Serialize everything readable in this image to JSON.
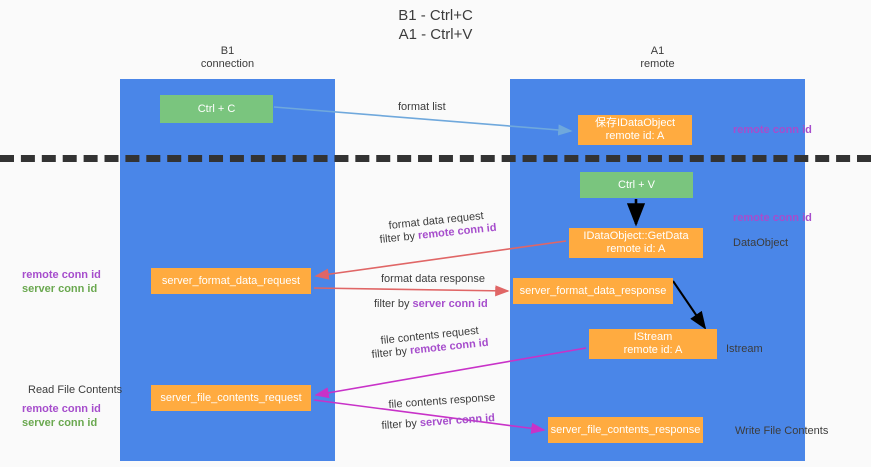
{
  "title": "B1 - Ctrl+C\nA1 - Ctrl+V",
  "lanes": [
    {
      "name": "lane-b1",
      "heading": "B1\nconnection",
      "color": "#4a86e8"
    },
    {
      "name": "lane-a1",
      "heading": "A1\nremote",
      "color": "#4a86e8"
    }
  ],
  "colors": {
    "lane_blue": "#4a86e8",
    "box_green": "#7ac57e",
    "box_orange": "#ffab40",
    "accent_purple": "#a64dcc",
    "accent_green": "#6aa84f",
    "arrow_blue": "#6fa8dc",
    "arrow_red": "#e06666",
    "arrow_magenta": "#c832c8",
    "arrow_black": "#000000",
    "divider": "#333333",
    "background": "#fafafa"
  },
  "boxes": {
    "ctrl_c": {
      "line1": "Ctrl + C",
      "line2": "",
      "style": "green"
    },
    "save_idataobject": {
      "line1": "保存IDataObject",
      "line2": "remote id: A",
      "style": "orange"
    },
    "ctrl_v": {
      "line1": "Ctrl + V",
      "line2": "",
      "style": "green"
    },
    "getdata": {
      "line1": "IDataObject::GetData",
      "line2": "remote id: A",
      "style": "orange"
    },
    "server_format_data_request": {
      "line1": "server_format_data_request",
      "line2": "",
      "style": "orange"
    },
    "server_format_data_response": {
      "line1": "server_format_data_response",
      "line2": "",
      "style": "orange"
    },
    "istream": {
      "line1": "IStream",
      "line2": "remote id: A",
      "style": "orange"
    },
    "server_file_contents_request": {
      "line1": "server_file_contents_request",
      "line2": "",
      "style": "orange"
    },
    "server_file_contents_response": {
      "line1": "server_file_contents_response",
      "line2": "",
      "style": "orange"
    }
  },
  "flow_labels": {
    "format_list": "format list",
    "format_data_request": "format data request",
    "format_data_request_filter_prefix": "filter by ",
    "format_data_request_filter_value": "remote conn id",
    "format_data_response": "format data response",
    "format_data_response_filter_prefix": "filter by ",
    "format_data_response_filter_value": "server conn id",
    "file_contents_request": "file contents request",
    "file_contents_request_filter_prefix": "filter by ",
    "file_contents_request_filter_value": "remote conn id",
    "file_contents_response": "file contents response",
    "file_contents_response_filter_prefix": "filter by ",
    "file_contents_response_filter_value": "server conn id"
  },
  "side_labels": {
    "right_remote_conn_id_top": "remote conn id",
    "right_remote_conn_id_mid": "remote conn id",
    "right_dataobject": "DataObject",
    "right_istream": "Istream",
    "right_write_file_contents": "Write File Contents",
    "left_remote_conn_id_1": "remote conn id",
    "left_server_conn_id_1": "server conn id",
    "left_read_file_contents": "Read File Contents",
    "left_remote_conn_id_2": "remote conn id",
    "left_server_conn_id_2": "server conn id"
  }
}
